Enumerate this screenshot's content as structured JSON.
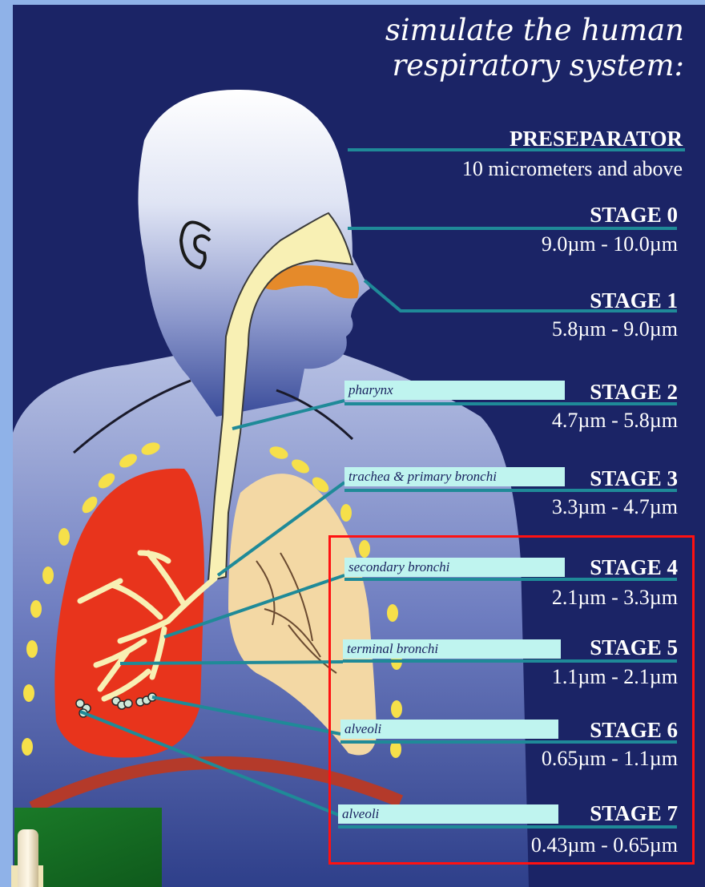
{
  "headline": {
    "line1": "simulate the human",
    "line2": "respiratory system:"
  },
  "preseparator": {
    "title": "PRESEPARATOR",
    "range": "10 micrometers and above"
  },
  "stages": [
    {
      "title": "STAGE 0",
      "range": "9.0µm - 10.0µm",
      "label": ""
    },
    {
      "title": "STAGE 1",
      "range": "5.8µm - 9.0µm",
      "label": ""
    },
    {
      "title": "STAGE 2",
      "range": "4.7µm - 5.8µm",
      "label": "pharynx"
    },
    {
      "title": "STAGE 3",
      "range": "3.3µm - 4.7µm",
      "label": "trachea & primary bronchi"
    },
    {
      "title": "STAGE 4",
      "range": "2.1µm - 3.3µm",
      "label": "secondary bronchi"
    },
    {
      "title": "STAGE 5",
      "range": "1.1µm - 2.1µm",
      "label": "terminal bronchi"
    },
    {
      "title": "STAGE 6",
      "range": "0.65µm - 1.1µm",
      "label": "alveoli"
    },
    {
      "title": "STAGE 7",
      "range": "0.43µm - 0.65µm",
      "label": "alveoli"
    }
  ],
  "colors": {
    "background_navy": "#1b2466",
    "leader_line": "#1f8a98",
    "label_fill": "#bff4ef",
    "lung_left": "#e8341c",
    "lung_right": "#f3d8a4",
    "airway": "#f8f0b4",
    "nasal_cavity": "#e58a2a",
    "ribs": "#f6e04a",
    "highlight_box": "#ff1111"
  },
  "icons": {
    "head_silhouette": "human-head-silhouette",
    "ear": "ear-outline",
    "lungs": "lungs-illustration",
    "photo": "impactor-photo-thumbnail"
  }
}
